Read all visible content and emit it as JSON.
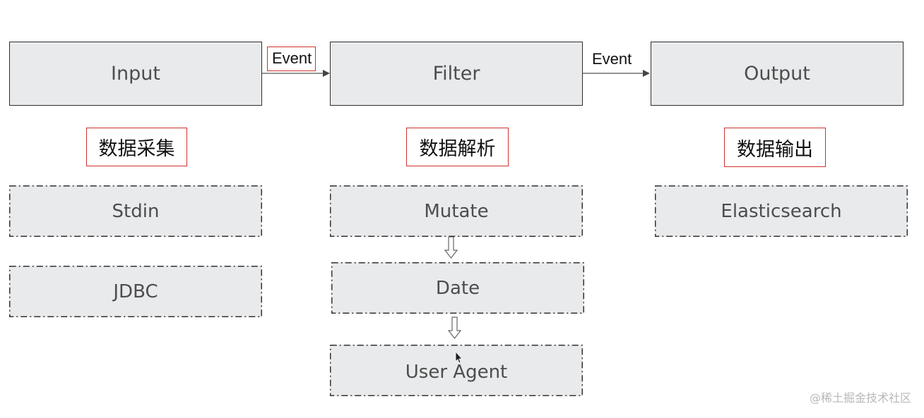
{
  "stages": {
    "input": "Input",
    "filter": "Filter",
    "output": "Output"
  },
  "events": {
    "input_to_filter": "Event",
    "filter_to_output": "Event"
  },
  "categories": {
    "input": "数据采集",
    "filter": "数据解析",
    "output": "数据输出"
  },
  "plugins": {
    "input": [
      "Stdin",
      "JDBC"
    ],
    "filter": [
      "Mutate",
      "Date",
      "User Agent"
    ],
    "output": [
      "Elasticsearch"
    ]
  },
  "watermark": "@稀土掘金技术社区",
  "colors": {
    "box_fill": "#e9eaec",
    "border": "#2e2e2e",
    "highlight": "#d0312d"
  }
}
